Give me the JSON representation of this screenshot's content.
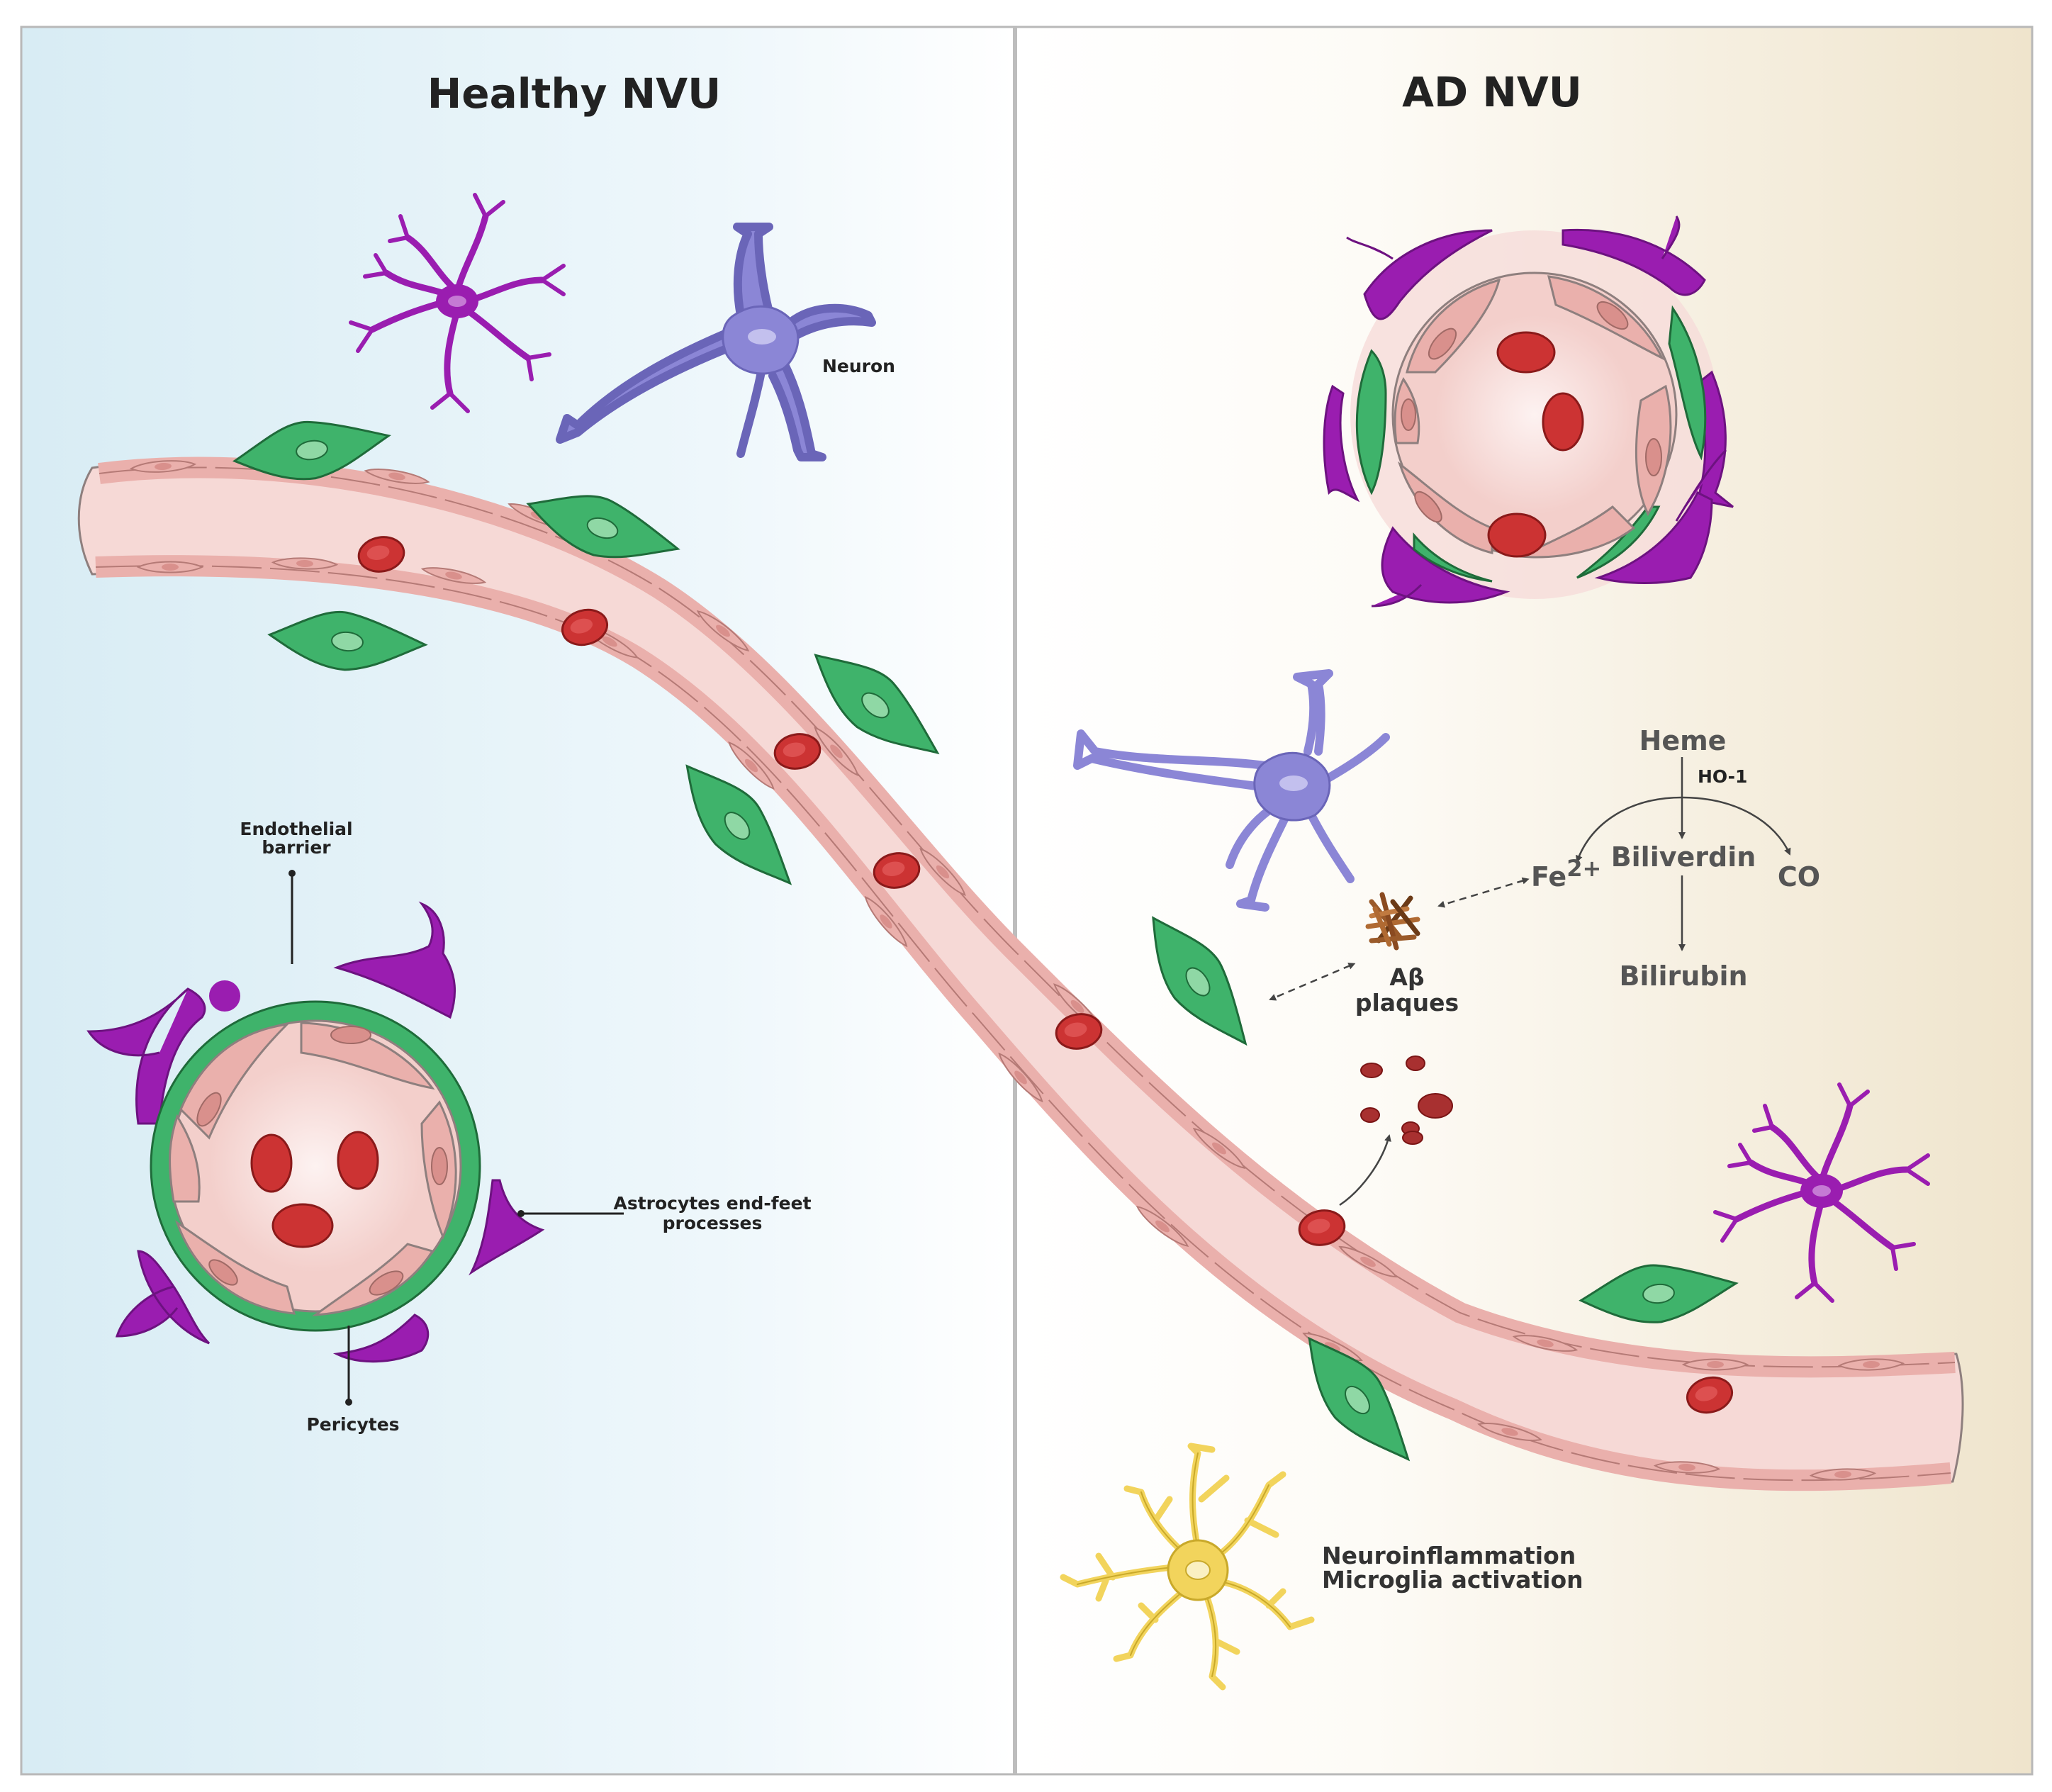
{
  "panels": {
    "left_title": "Healthy NVU",
    "right_title": "AD NVU"
  },
  "labels": {
    "neuron": "Neuron",
    "endothelial_line1": "Endothelial",
    "endothelial_line2": "barrier",
    "astrocytes_line1": "Astrocytes end-feet",
    "astrocytes_line2": "processes",
    "pericytes": "Pericytes",
    "abeta_line1": "Aβ",
    "abeta_line2": "plaques",
    "neuroinflammation_line1": "Neuroinflammation",
    "neuroinflammation_line2": "Microglia activation"
  },
  "heme_pathway": {
    "heme": "Heme",
    "enzyme": "HO-1",
    "iron": "Fe",
    "iron_charge": "2+",
    "biliverdin": "Biliverdin",
    "co": "CO",
    "bilirubin": "Bilirubin"
  },
  "colors": {
    "left_background": "#d8ecf4",
    "right_background": "#efe4cc",
    "vessel": "#f6d9d6",
    "endothelium": "#eab0ac",
    "red_blood_cell": "#cc3333",
    "pericyte": "#3fb36b",
    "astrocyte": "#9a1db0",
    "neuron": "#8b86d6",
    "microglia": "#f2d45c",
    "plaque": "#9a5a2a"
  }
}
